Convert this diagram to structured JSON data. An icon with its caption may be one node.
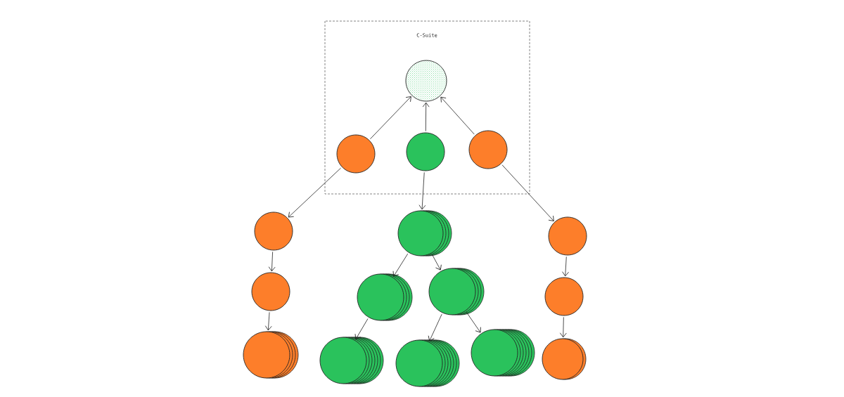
{
  "diagram": {
    "nodes": [
      {
        "text": [
          "C-Suite"
        ]
      },
      {
        "text": [],
        "shape": "circle",
        "in": 0
      },
      {
        "text": [],
        "shape": "circle",
        "in": 0
      },
      {
        "text": [],
        "shape": "circle",
        "in": 0
      },
      {
        "text": [],
        "shape": "circle",
        "in": 0
      },
      {
        "text": [],
        "shape": "circle"
      },
      {
        "text": [],
        "shape": "circle"
      },
      {
        "text": [],
        "shape": "circle"
      },
      {
        "text": [],
        "shape": "circle"
      },
      {
        "text": [],
        "shape": "circle"
      },
      {
        "text": [],
        "shape": "circle"
      },
      {
        "text": [],
        "shape": "circle"
      },
      {
        "text": [],
        "shape": "circle"
      },
      {
        "text": [],
        "shape": "circle"
      },
      {
        "text": [],
        "shape": "circle"
      },
      {
        "text": [],
        "shape": "circle"
      },
      {
        "text": [],
        "shape": "circle"
      }
    ],
    "edges": [
      {
        "from": 2,
        "to": 1,
        "arrow": "to"
      },
      {
        "from": 3,
        "to": 1,
        "arrow": "to"
      },
      {
        "from": 4,
        "to": 1,
        "arrow": "to"
      },
      {
        "from": 2,
        "to": 5,
        "arrow": "to"
      },
      {
        "from": 3,
        "to": 6,
        "arrow": "to"
      },
      {
        "from": 4,
        "to": 7,
        "arrow": "to"
      },
      {
        "from": 5,
        "to": 8,
        "arrow": "to"
      },
      {
        "from": 8,
        "to": 12,
        "arrow": "to"
      },
      {
        "from": 6,
        "to": 9,
        "arrow": "to"
      },
      {
        "from": 6,
        "to": 10,
        "arrow": "to"
      },
      {
        "from": 9,
        "to": 13,
        "arrow": "to"
      },
      {
        "from": 10,
        "to": 14,
        "arrow": "to"
      },
      {
        "from": 10,
        "to": 15,
        "arrow": "to"
      },
      {
        "from": 7,
        "to": 11,
        "arrow": "to"
      },
      {
        "from": 11,
        "to": 16,
        "arrow": "to"
      }
    ]
  }
}
